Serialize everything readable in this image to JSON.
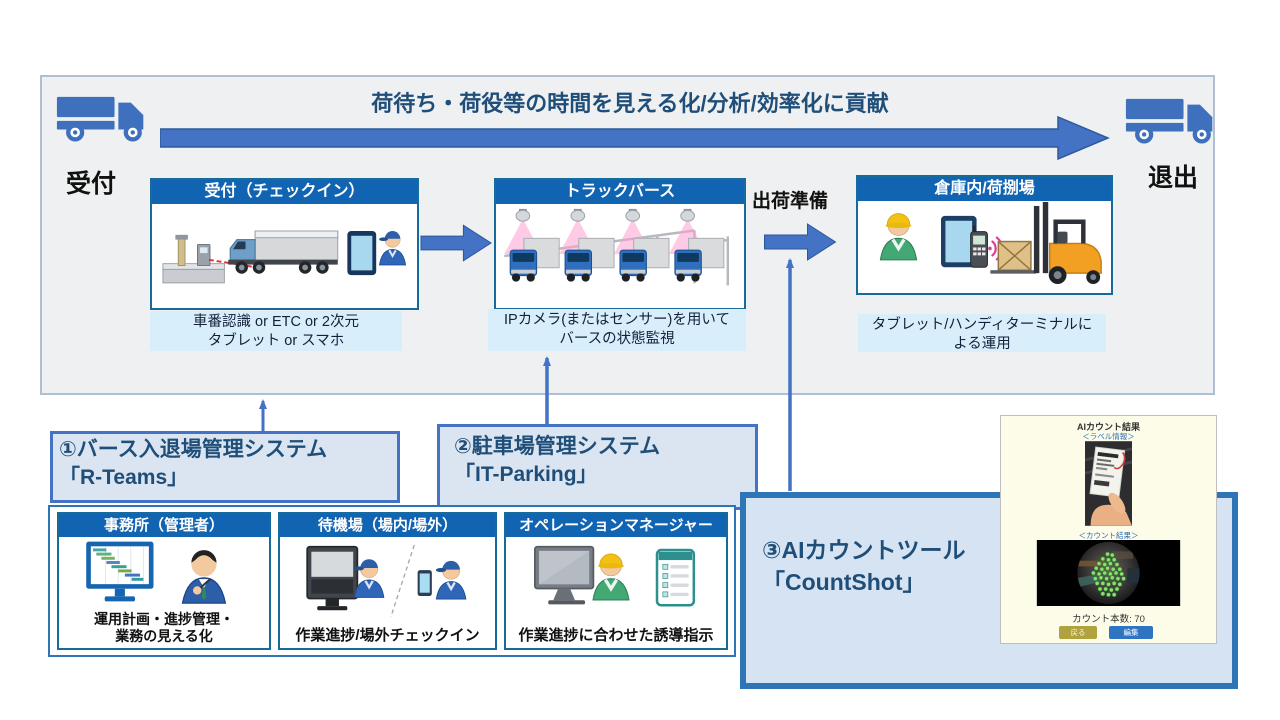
{
  "banner": {
    "title": "荷待ち・荷役等の時間を見える化/分析/効率化に貢献",
    "entry_label": "受付",
    "exit_label": "退出",
    "ship_prep_label": "出荷準備"
  },
  "stages": [
    {
      "header": "受付（チェックイン）",
      "caption": "車番認識 or ETC or 2次元\nタブレット or スマホ"
    },
    {
      "header": "トラックバース",
      "caption": "IPカメラ(またはセンサー)を用いて\nバースの状態監視"
    },
    {
      "header": "倉庫内/荷捌場",
      "caption": "タブレット/ハンディターミナルに\nよる運用"
    }
  ],
  "systems": [
    {
      "name": "①バース入退場管理システム\n「R-Teams」"
    },
    {
      "name": "②駐車場管理システム\n「IT-Parking」"
    },
    {
      "name": "③AIカウントツール\n「CountShot」"
    }
  ],
  "roles": [
    {
      "header": "事務所（管理者）",
      "caption": "運用計画・進捗管理・\n業務の見える化"
    },
    {
      "header": "待機場（場内/場外）",
      "caption": "作業進捗/場外チェックイン"
    },
    {
      "header": "オペレーションマネージャー",
      "caption": "作業進捗に合わせた誘導指示"
    }
  ],
  "countshot": {
    "title": "AIカウント結果",
    "label_section": "＜ラベル情報＞",
    "count_section": "＜カウント結果＞",
    "count_value": "カウント本数: 70",
    "back_button": "戻る",
    "edit_button": "編集"
  },
  "colors": {
    "arrow_blue": "#4472c4",
    "header_blue": "#1164b2",
    "navy_text": "#1f4e79",
    "caption_bg": "#d9eefb",
    "panel_cream": "#fcfce8"
  }
}
